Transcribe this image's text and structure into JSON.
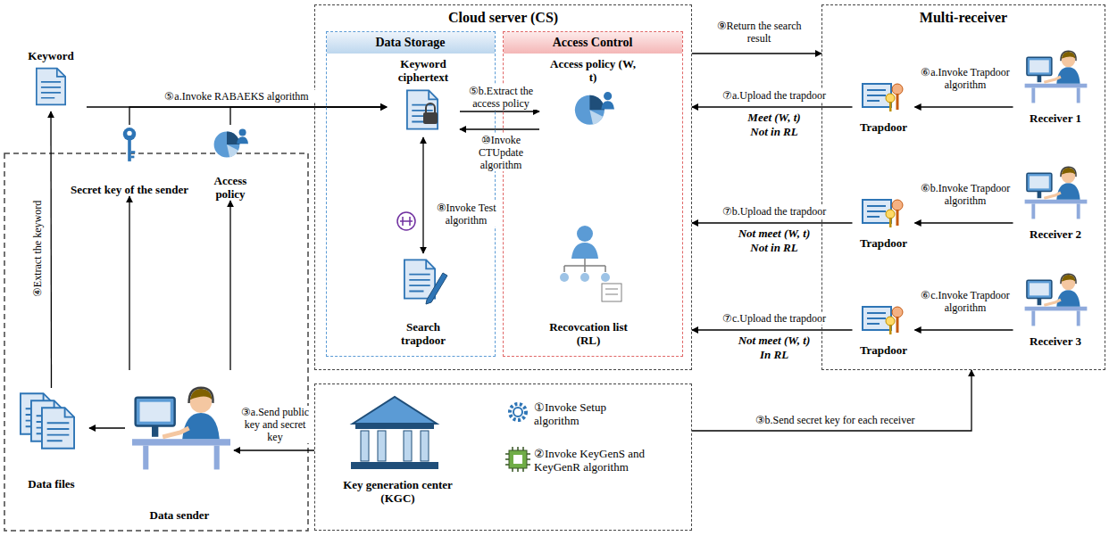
{
  "diagram": {
    "nodes": [
      {
        "text": [
          "Cloud server (CS)"
        ]
      },
      {
        "text": [
          "Data Storage"
        ],
        "in": 0
      },
      {
        "text": [
          "Keyword ciphertext"
        ],
        "in": 1
      },
      {
        "text": [
          "Search trapdoor"
        ],
        "in": 1
      },
      {
        "text": [
          "Access Control"
        ],
        "in": 0
      },
      {
        "text": [
          "Access policy (W, t)"
        ],
        "in": 4
      },
      {
        "text": [
          "Recovcation list (RL)"
        ],
        "in": 4
      },
      {
        "text": [
          "Multi-receiver"
        ]
      },
      {
        "text": [
          "Trapdoor"
        ],
        "in": 7
      },
      {
        "text": [
          "Receiver 1"
        ],
        "in": 7
      },
      {
        "text": [
          "Trapdoor"
        ],
        "in": 7
      },
      {
        "text": [
          "Receiver 2"
        ],
        "in": 7
      },
      {
        "text": [
          "Trapdoor"
        ],
        "in": 7
      },
      {
        "text": [
          "Receiver 3"
        ],
        "in": 7
      },
      {
        "text": [
          "Keyword"
        ]
      },
      {
        "text": [
          "Secret key of the sender"
        ]
      },
      {
        "text": [
          "Access policy"
        ]
      },
      {
        "text": [
          "Data files"
        ]
      },
      {
        "text": [
          "Data sender"
        ]
      },
      {
        "text": [
          "Key generation center (KGC)",
          "①Invoke Setup algorithm",
          "②Invoke KeyGenS and KeyGenR algorithm"
        ]
      }
    ],
    "edges": [
      {
        "from": 14,
        "to": 2,
        "label": "⑤a.Invoke RABAEKS algorithm",
        "arrow": "to"
      },
      {
        "from": 15,
        "to": 2,
        "arrow": "to"
      },
      {
        "from": 16,
        "to": 2,
        "arrow": "to"
      },
      {
        "from": 17,
        "to": 14,
        "label": "④Extract the keyword",
        "arrow": "to"
      },
      {
        "from": 18,
        "to": 17,
        "arrow": "to"
      },
      {
        "from": 18,
        "to": 15,
        "arrow": "to"
      },
      {
        "from": 18,
        "to": 16,
        "arrow": "to"
      },
      {
        "from": 19,
        "to": 18,
        "label": "③a.Send public key and secret key",
        "arrow": "to"
      },
      {
        "from": 19,
        "to": 7,
        "label": "③b.Send secret key for each receiver",
        "arrow": "to"
      },
      {
        "from": 2,
        "to": 5,
        "label": "⑤b.Extract the access policy",
        "arrow": "to"
      },
      {
        "from": 5,
        "to": 2,
        "label": "⑩Invoke CTUpdate algorithm",
        "arrow": "to"
      },
      {
        "from": 2,
        "to": 3,
        "label": "⑧Invoke Test algorithm",
        "arrow": "both"
      },
      {
        "from": 9,
        "to": 8,
        "label": "⑥a.Invoke Trapdoor algorithm",
        "arrow": "to"
      },
      {
        "from": 8,
        "to": 0,
        "label": "⑦a.Upload the trapdoor",
        "arrow": "to"
      },
      {
        "from": 11,
        "to": 10,
        "label": "⑥b.Invoke Trapdoor algorithm",
        "arrow": "to"
      },
      {
        "from": 10,
        "to": 0,
        "label": "⑦b.Upload the trapdoor",
        "arrow": "to"
      },
      {
        "from": 13,
        "to": 12,
        "label": "⑥c.Invoke Trapdoor algorithm",
        "arrow": "to"
      },
      {
        "from": 12,
        "to": 0,
        "label": "⑦c.Upload the trapdoor",
        "arrow": "to"
      },
      {
        "from": 0,
        "to": 7,
        "label": "⑨Return the search result",
        "arrow": "to"
      }
    ],
    "labels": [
      "Meet (W, t)",
      "Not in RL",
      "Not meet (W, t)",
      "Not in RL",
      "Not meet (W, t)",
      "In RL"
    ]
  }
}
